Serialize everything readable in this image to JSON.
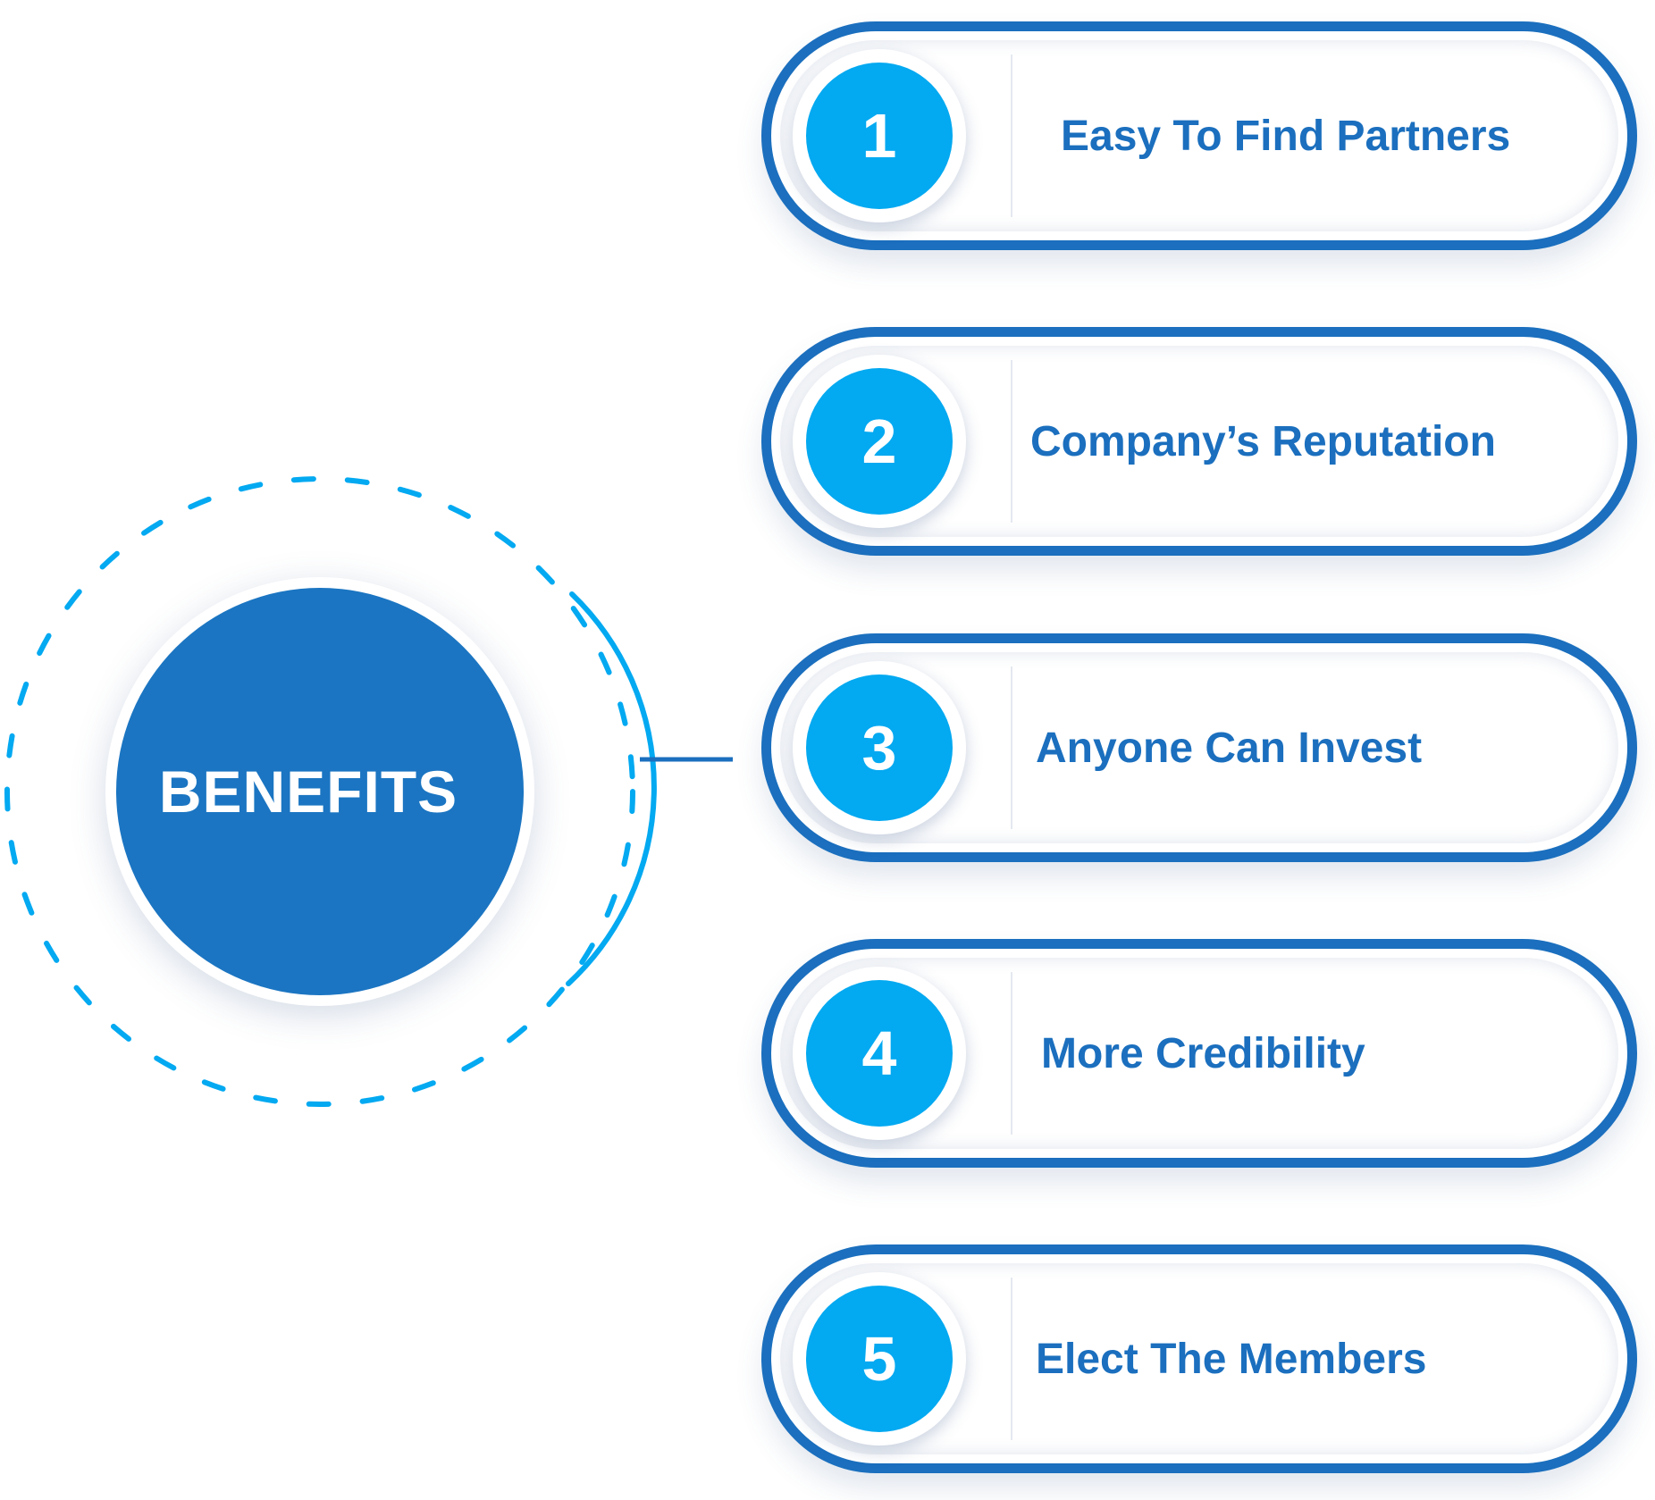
{
  "title": "BENEFITS",
  "items": [
    {
      "number": "1",
      "label": "Easy To Find Partners"
    },
    {
      "number": "2",
      "label": "Company’s Reputation"
    },
    {
      "number": "3",
      "label": "Anyone Can Invest"
    },
    {
      "number": "4",
      "label": "More Credibility"
    },
    {
      "number": "5",
      "label": "Elect The Members"
    }
  ],
  "colors": {
    "hub": "#1b75c2",
    "pill_border": "#1b6fbe",
    "number_circle": "#03a9f1",
    "label_text": "#1b6fbe",
    "dashed_ring": "#03a9f1",
    "connector": "#1b6fbe"
  }
}
